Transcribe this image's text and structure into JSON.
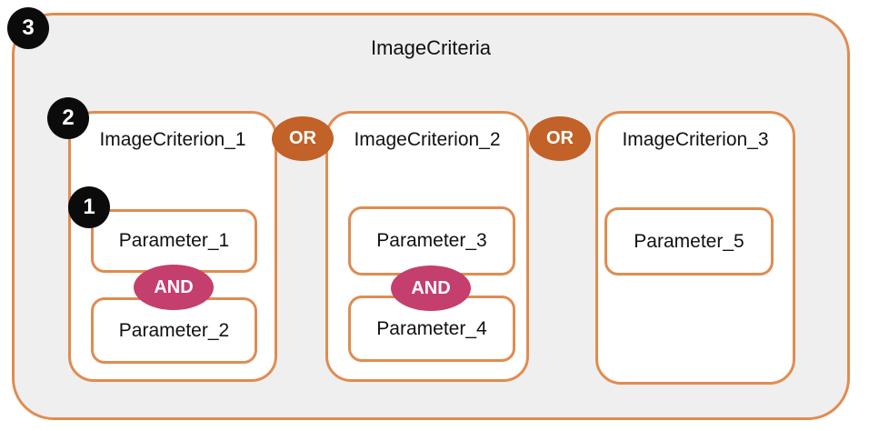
{
  "diagram": {
    "title": "ImageCriteria",
    "criteria": [
      {
        "label": "ImageCriterion_1",
        "parameters": [
          "Parameter_1",
          "Parameter_2"
        ],
        "join_operator": "AND"
      },
      {
        "label": "ImageCriterion_2",
        "parameters": [
          "Parameter_3",
          "Parameter_4"
        ],
        "join_operator": "AND"
      },
      {
        "label": "ImageCriterion_3",
        "parameters": [
          "Parameter_5"
        ],
        "join_operator": null
      }
    ],
    "operators": {
      "or": "OR",
      "and": "AND"
    },
    "markers": [
      "1",
      "2",
      "3"
    ],
    "colors": {
      "border_orange": "#e08c51",
      "or_badge": "#c26128",
      "and_badge": "#c43e6e",
      "marker_black": "#0b0b0b",
      "container_bg": "#f0eff0",
      "box_bg": "#ffffff",
      "text": "#111111"
    }
  }
}
